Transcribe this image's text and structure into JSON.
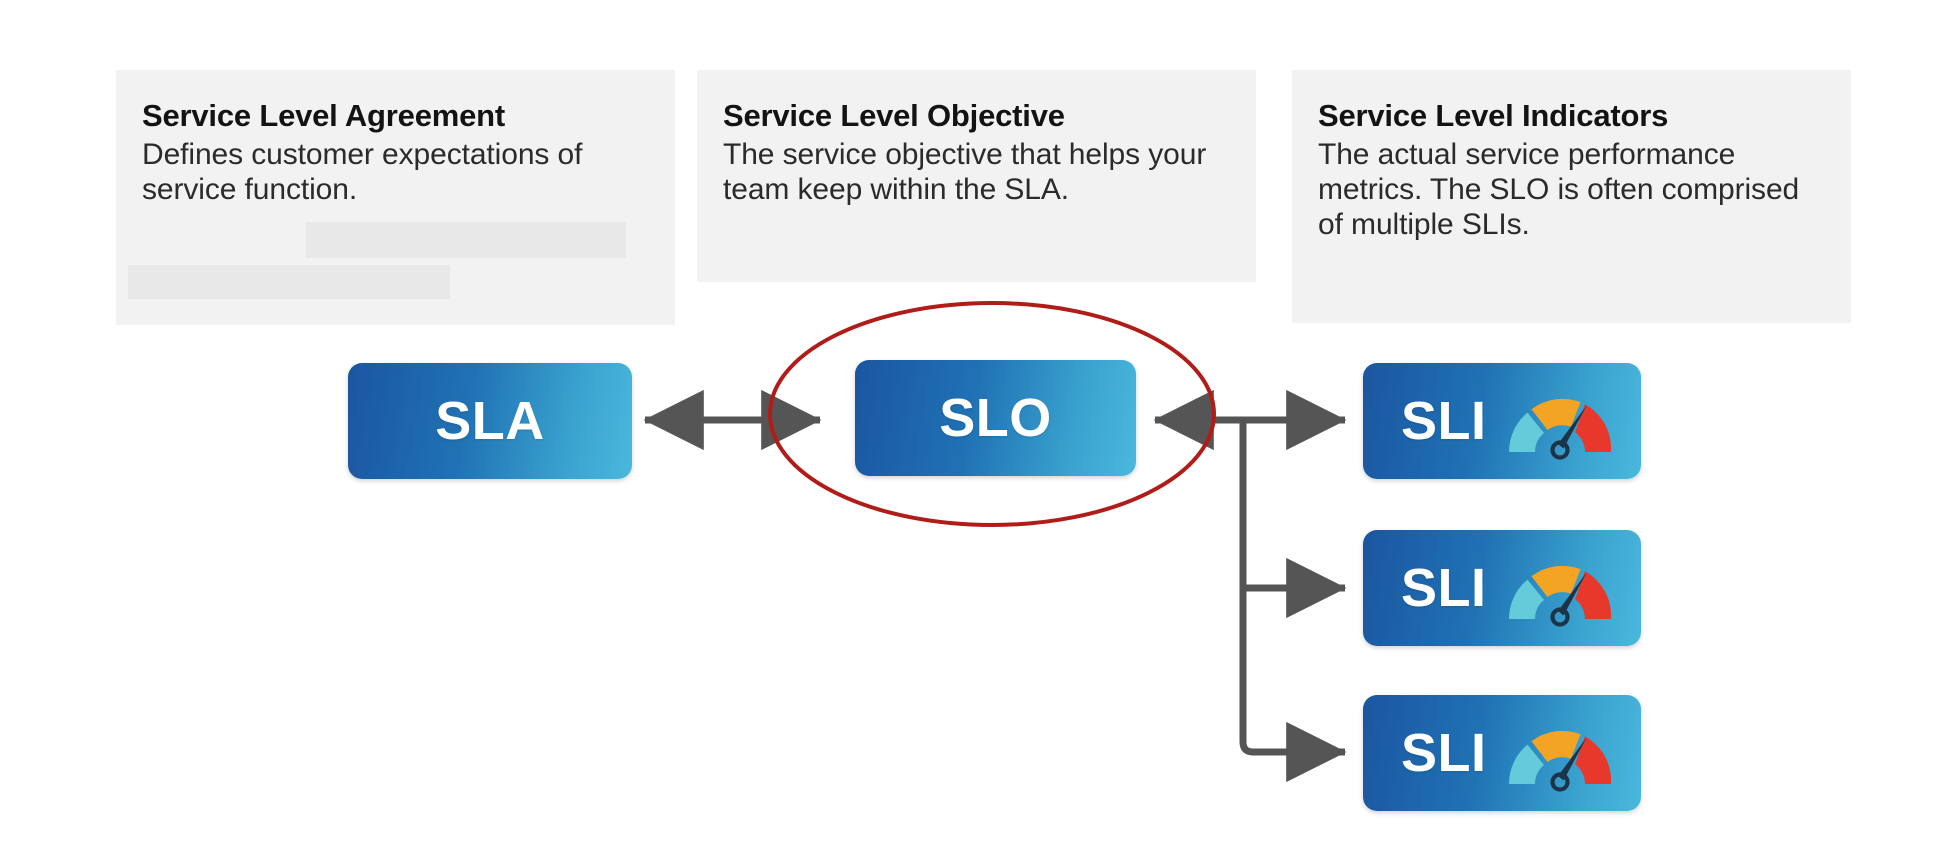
{
  "diagram": {
    "title": "SLA, SLO and SLI relationship diagram",
    "background_color": "#ffffff",
    "card_background_color": "#f2f2f2",
    "connector_color": "#555555",
    "highlight_color": "#b01c18",
    "badge_gradient_from": "#1b56a0",
    "badge_gradient_to": "#4ab8dd"
  },
  "cards": [
    {
      "title": "Service Level Agreement",
      "body": "Defines customer expectations of service function.",
      "redacted_blocks": 2
    },
    {
      "title": "Service Level Objective",
      "body": "The service objective that helps your team keep within the SLA.",
      "redacted_blocks": 0
    },
    {
      "title": "Service Level Indicators",
      "body": "The actual service performance metrics. The SLO is often comprised of multiple SLIs.",
      "redacted_blocks": 0
    }
  ],
  "badges": {
    "sla": {
      "label": "SLA"
    },
    "slo": {
      "label": "SLO"
    },
    "sli": [
      {
        "label": "SLI",
        "icon": "gauge-icon"
      },
      {
        "label": "SLI",
        "icon": "gauge-icon"
      },
      {
        "label": "SLI",
        "icon": "gauge-icon"
      }
    ]
  },
  "gauge": {
    "segment_colors": [
      "#63cbd9",
      "#f4a423",
      "#e8382c"
    ],
    "needle_color": "#1d3448",
    "segments": [
      "low",
      "medium",
      "high"
    ]
  },
  "connections": [
    {
      "from": "SLA",
      "to": "SLO",
      "type": "double-arrow"
    },
    {
      "from": "SLI",
      "to": "SLO",
      "type": "arrow"
    },
    {
      "from": "SLO",
      "to": "SLI",
      "type": "arrow"
    },
    {
      "from": "branch",
      "to": "SLI",
      "type": "arrow"
    },
    {
      "from": "branch",
      "to": "SLI",
      "type": "arrow"
    }
  ],
  "annotation": {
    "shape": "ellipse",
    "target": "SLO",
    "color": "#b01c18"
  }
}
